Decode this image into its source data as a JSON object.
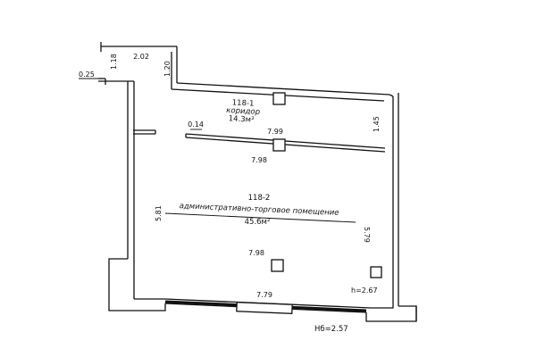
{
  "rooms": [
    {
      "number": "118-1",
      "name": "коридор",
      "area": "14.3м²"
    },
    {
      "number": "118-2",
      "name": "административно-торговое помещение",
      "area": "45.6м²"
    }
  ],
  "dimensions": {
    "left_upper_wall": "1.18",
    "top_stub": "2.02",
    "corridor_step": "1.20",
    "entry_offset": "0.25",
    "corridor_top_length": "7.99",
    "corridor_width": "1.45",
    "partition_offset": "0.14",
    "room_top_length": "7.98",
    "room_left_height": "5.81",
    "room_right_height": "5.79",
    "room_lower_length": "7.98",
    "room_bottom_length": "7.79",
    "ceiling_height": "h=2.67",
    "floor_mark": "Нб=2.57"
  }
}
